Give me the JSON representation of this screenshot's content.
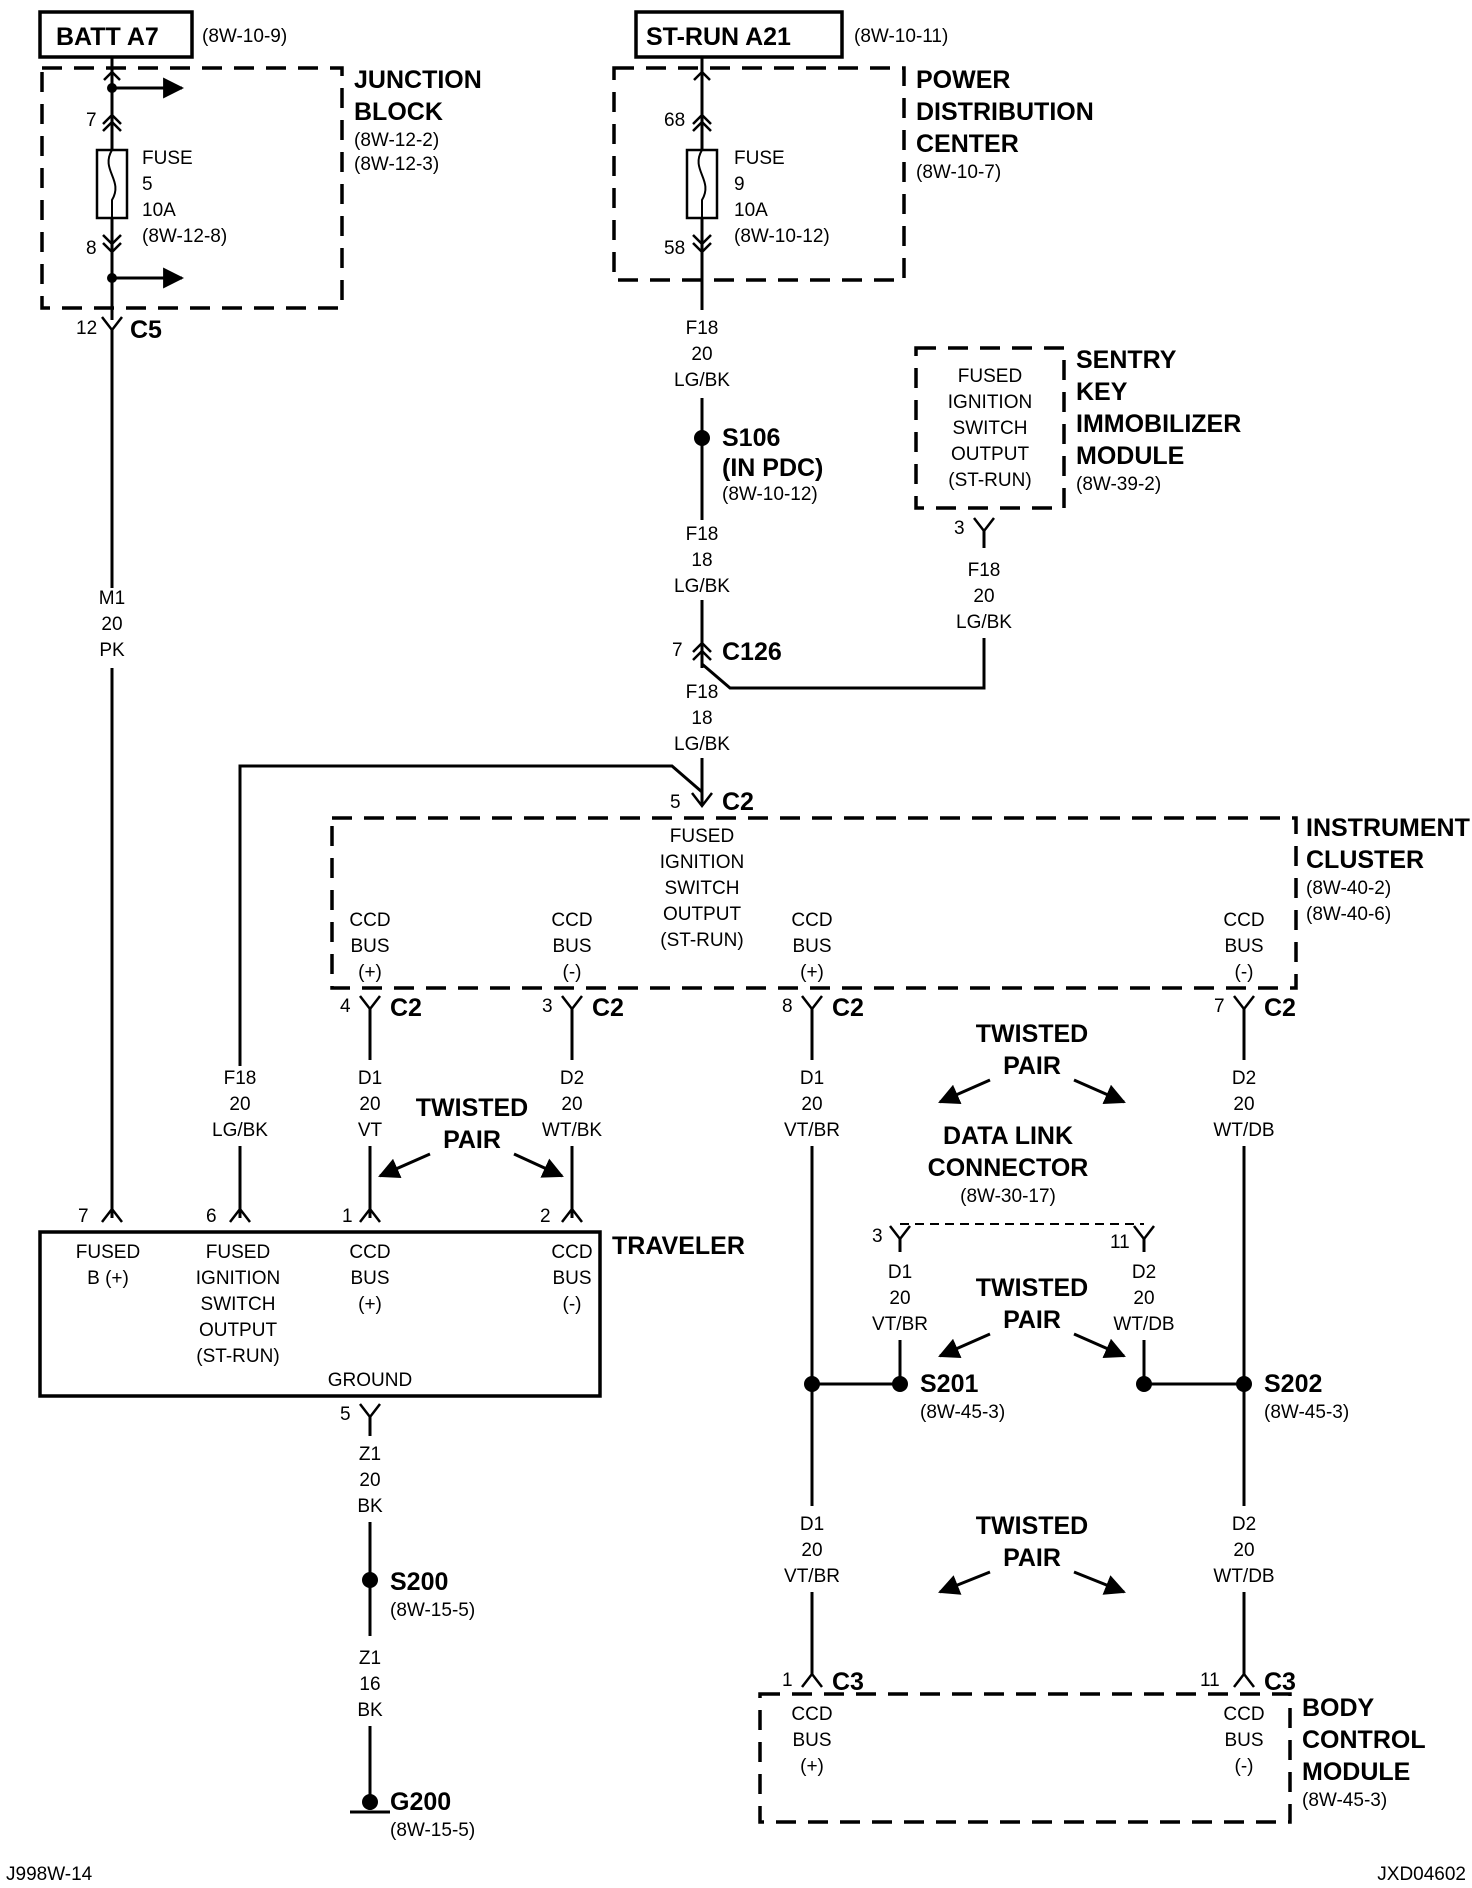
{
  "top_sources": {
    "batt": {
      "label": "BATT A7",
      "ref": "(8W-10-9)"
    },
    "strun": {
      "label": "ST-RUN A21",
      "ref": "(8W-10-11)"
    }
  },
  "junction_block": {
    "title": [
      "JUNCTION",
      "BLOCK"
    ],
    "refs": [
      "(8W-12-2)",
      "(8W-12-3)"
    ],
    "fuse": [
      "FUSE",
      "5",
      "10A",
      "(8W-12-8)"
    ],
    "pin_in": "7",
    "pin_out": "8"
  },
  "pdc": {
    "title": [
      "POWER",
      "DISTRIBUTION",
      "CENTER"
    ],
    "ref": "(8W-10-7)",
    "fuse": [
      "FUSE",
      "9",
      "10A",
      "(8W-10-12)"
    ],
    "pin_in": "68",
    "pin_out": "58"
  },
  "c5": {
    "pin": "12",
    "name": "C5"
  },
  "wire_m1": [
    "M1",
    "20",
    "PK"
  ],
  "wire_f18_a": [
    "F18",
    "20",
    "LG/BK"
  ],
  "s106": {
    "name": "S106",
    "sub": "(IN PDC)",
    "ref": "(8W-10-12)"
  },
  "wire_f18_b": [
    "F18",
    "18",
    "LG/BK"
  ],
  "c126": {
    "pin": "7",
    "name": "C126"
  },
  "wire_f18_c": [
    "F18",
    "18",
    "LG/BK"
  ],
  "skim": {
    "title": [
      "SENTRY",
      "KEY",
      "IMMOBILIZER",
      "MODULE"
    ],
    "ref": "(8W-39-2)",
    "inner": [
      "FUSED",
      "IGNITION",
      "SWITCH",
      "OUTPUT",
      "(ST-RUN)"
    ],
    "pin": "3",
    "wire": [
      "F18",
      "20",
      "LG/BK"
    ]
  },
  "cluster": {
    "title": [
      "INSTRUMENT",
      "CLUSTER"
    ],
    "refs": [
      "(8W-40-2)",
      "(8W-40-6)"
    ],
    "c2_pin": "5",
    "c2": "C2",
    "fused": [
      "FUSED",
      "IGNITION",
      "SWITCH",
      "OUTPUT",
      "(ST-RUN)"
    ],
    "ccd": [
      {
        "lines": [
          "CCD",
          "BUS",
          "(+)"
        ],
        "pin": "4",
        "conn": "C2"
      },
      {
        "lines": [
          "CCD",
          "BUS",
          "(-)"
        ],
        "pin": "3",
        "conn": "C2"
      },
      {
        "lines": [
          "CCD",
          "BUS",
          "(+)"
        ],
        "pin": "8",
        "conn": "C2"
      },
      {
        "lines": [
          "CCD",
          "BUS",
          "(-)"
        ],
        "pin": "7",
        "conn": "C2"
      }
    ]
  },
  "wire_f18_d": [
    "F18",
    "20",
    "LG/BK"
  ],
  "wire_d1_vt": [
    "D1",
    "20",
    "VT"
  ],
  "wire_d2_wtbk": [
    "D2",
    "20",
    "WT/BK"
  ],
  "wire_d1_vtbr": [
    "D1",
    "20",
    "VT/BR"
  ],
  "wire_d2_wtdb": [
    "D2",
    "20",
    "WT/DB"
  ],
  "twisted_pair": [
    "TWISTED",
    "PAIR"
  ],
  "traveler": {
    "title": "TRAVELER",
    "pins": [
      "7",
      "6",
      "1",
      "2"
    ],
    "labels": [
      [
        "FUSED",
        "B (+)"
      ],
      [
        "FUSED",
        "IGNITION",
        "SWITCH",
        "OUTPUT",
        "(ST-RUN)"
      ],
      [
        "CCD",
        "BUS",
        "(+)"
      ],
      [
        "CCD",
        "BUS",
        "(-)"
      ]
    ],
    "ground": "GROUND",
    "gnd_pin": "5"
  },
  "dlc": {
    "title": [
      "DATA LINK",
      "CONNECTOR"
    ],
    "ref": "(8W-30-17)",
    "pin_left": "3",
    "pin_right": "11",
    "wire_left": [
      "D1",
      "20",
      "VT/BR"
    ],
    "wire_right": [
      "D2",
      "20",
      "WT/DB"
    ]
  },
  "s201": {
    "name": "S201",
    "ref": "(8W-45-3)"
  },
  "s202": {
    "name": "S202",
    "ref": "(8W-45-3)"
  },
  "wire_z1_a": [
    "Z1",
    "20",
    "BK"
  ],
  "s200": {
    "name": "S200",
    "ref": "(8W-15-5)"
  },
  "wire_z1_b": [
    "Z1",
    "16",
    "BK"
  ],
  "g200": {
    "name": "G200",
    "ref": "(8W-15-5)"
  },
  "bcm": {
    "title": [
      "BODY",
      "CONTROL",
      "MODULE"
    ],
    "ref": "(8W-45-3)",
    "left": {
      "pin": "1",
      "conn": "C3",
      "lines": [
        "CCD",
        "BUS",
        "(+)"
      ]
    },
    "right": {
      "pin": "11",
      "conn": "C3",
      "lines": [
        "CCD",
        "BUS",
        "(-)"
      ]
    }
  },
  "footer": {
    "left": "J998W-14",
    "right": "JXD04602"
  }
}
